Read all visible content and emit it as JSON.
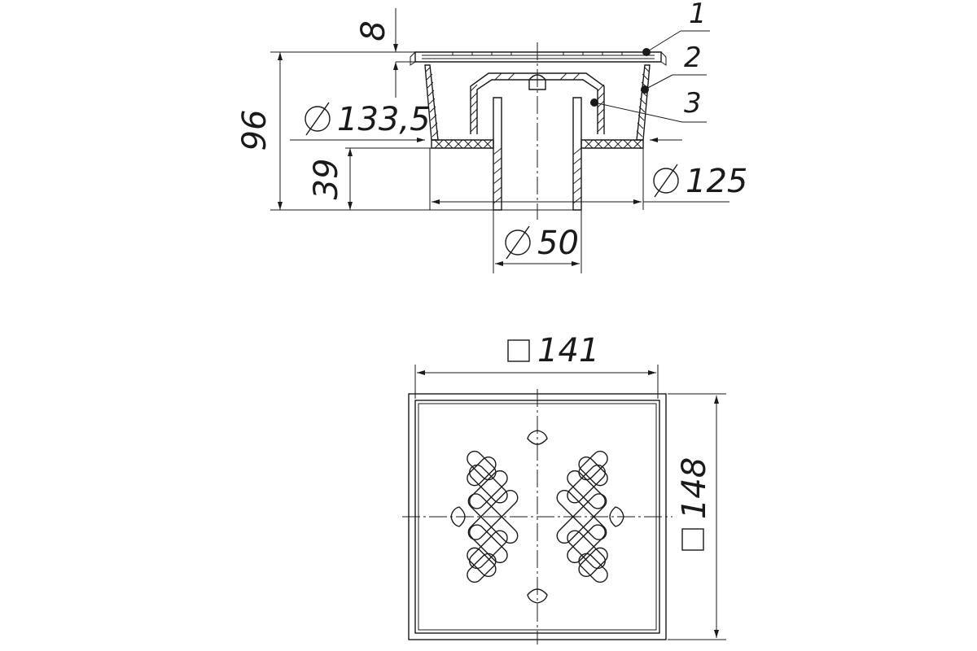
{
  "side_view": {
    "dims": {
      "grate_thickness": "8",
      "total_height": "96",
      "body_diameter": "133,5",
      "outlet_height": "39",
      "flange_diameter": "125",
      "outlet_diameter": "50"
    },
    "callouts": [
      "1",
      "2",
      "3"
    ]
  },
  "top_view": {
    "dims": {
      "grate_width": "141",
      "frame_width": "148"
    }
  }
}
